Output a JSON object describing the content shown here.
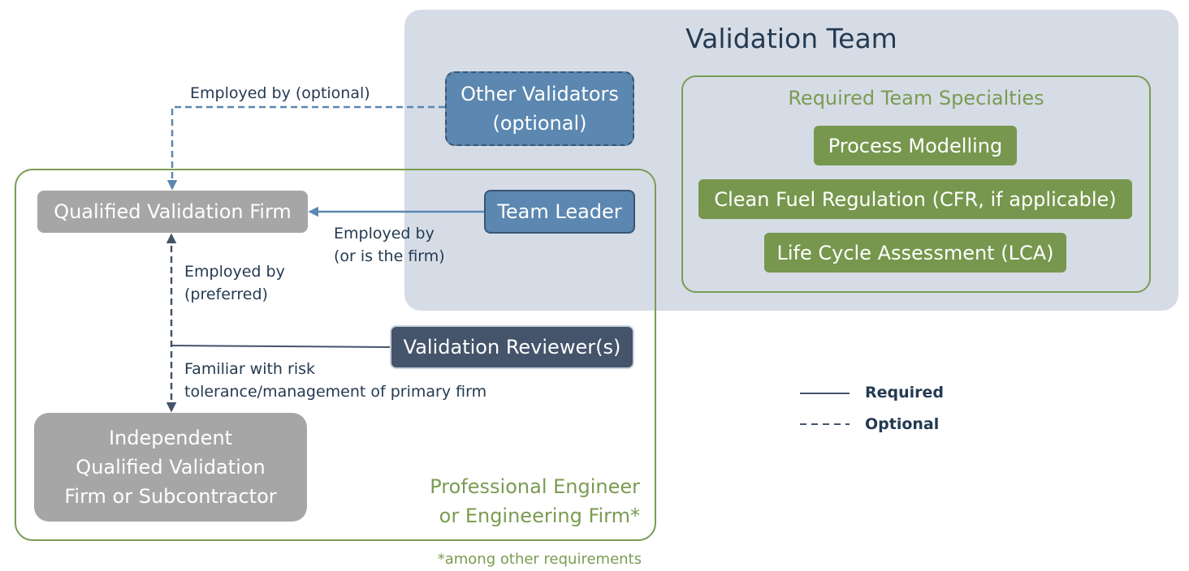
{
  "validation_team": {
    "title": "Validation Team"
  },
  "specialties": {
    "title": "Required Team Specialties",
    "items": [
      "Process Modelling",
      "Clean Fuel Regulation (CFR, if applicable)",
      "Life Cycle Assessment (LCA)"
    ]
  },
  "nodes": {
    "other_validators": "Other Validators\n(optional)",
    "team_leader": "Team Leader",
    "qualified_firm": "Qualified Validation Firm",
    "validation_reviewer": "Validation Reviewer(s)",
    "independent_firm": "Independent\nQualified Validation\nFirm or Subcontractor"
  },
  "edge_labels": {
    "other_to_firm": "Employed by (optional)",
    "leader_to_firm": "Employed by\n(or is the firm)",
    "reviewer_to_firm": "Employed by\n(preferred)",
    "reviewer_to_independent": "Familiar with risk\ntolerance/management of primary firm"
  },
  "professional_engineer": {
    "label": "Professional Engineer\nor Engineering Firm*",
    "footnote": "*among other requirements"
  },
  "legend": {
    "required": "Required",
    "optional": "Optional"
  },
  "colors": {
    "navy": "#243a52",
    "steel_blue": "#5b87b0",
    "slate": "#44546a",
    "green": "#76974d",
    "gray": "#a6a6a6",
    "panel": "#d6dce6"
  }
}
